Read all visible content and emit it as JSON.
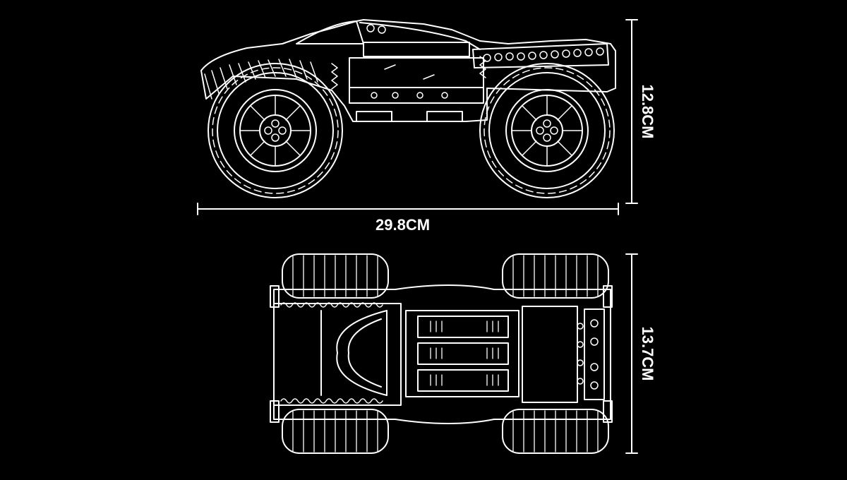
{
  "dimensions": {
    "side_length": "29.8CM",
    "side_height": "12.8CM",
    "top_width": "13.7CM"
  },
  "colors": {
    "background": "#000000",
    "line": "#ffffff"
  }
}
